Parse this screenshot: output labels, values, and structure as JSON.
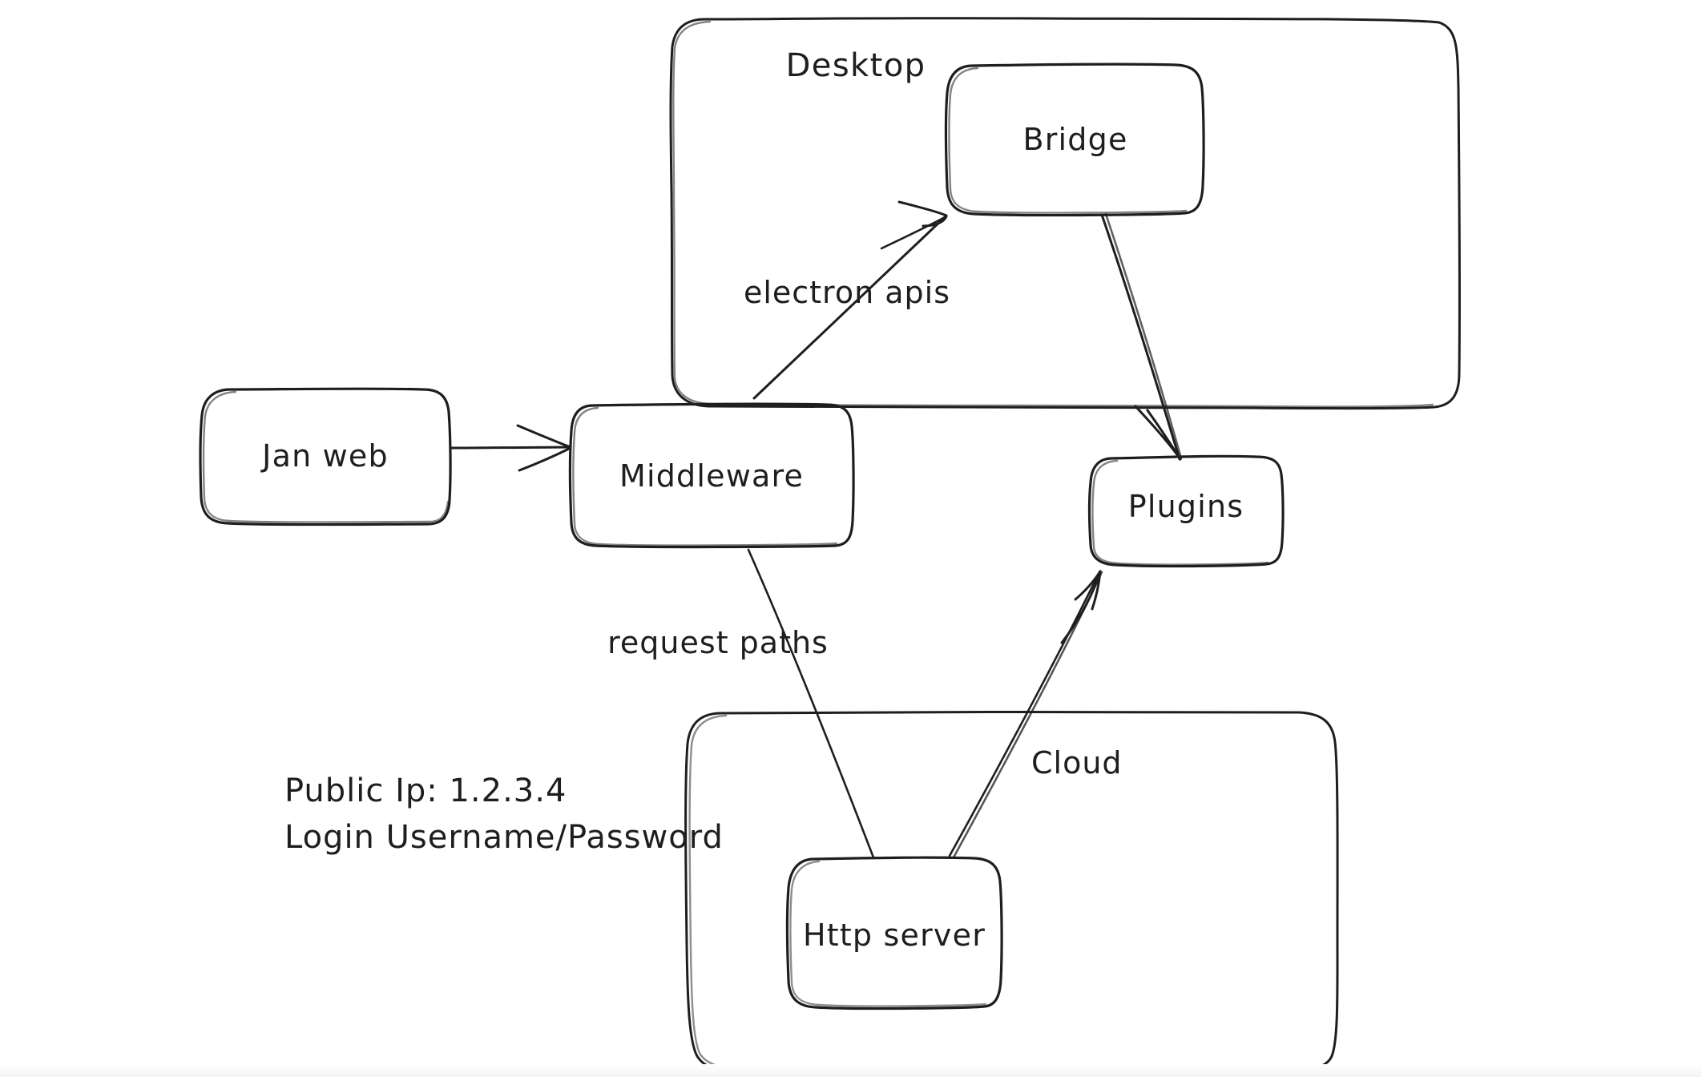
{
  "canvas": {
    "title": "Jan architecture whiteboard diagram",
    "background_color": "#ffffff",
    "stroke_color": "#1e1e1e",
    "style": "hand-drawn"
  },
  "containers": [
    {
      "id": "desktop",
      "label": "Desktop",
      "label_position": "top-center"
    },
    {
      "id": "cloud",
      "label": "",
      "label_position": "none"
    }
  ],
  "nodes": [
    {
      "id": "jan-web",
      "label": "Jan web"
    },
    {
      "id": "middleware",
      "label": "Middleware"
    },
    {
      "id": "bridge",
      "label": "Bridge"
    },
    {
      "id": "plugins",
      "label": "Plugins"
    },
    {
      "id": "http-server",
      "label": "Http server"
    }
  ],
  "edges": [
    {
      "id": "jan-web-to-middleware",
      "from": "Jan web",
      "to": "Middleware",
      "label": ""
    },
    {
      "id": "middleware-to-bridge",
      "from": "Middleware",
      "to": "Bridge",
      "label": "electron apis"
    },
    {
      "id": "bridge-to-plugins",
      "from": "Bridge",
      "to": "Plugins",
      "label": ""
    },
    {
      "id": "http-server-to-middleware",
      "from": "Http server",
      "to": "Middleware",
      "label": "request paths"
    },
    {
      "id": "http-server-to-plugins",
      "from": "Http server",
      "to": "Plugins",
      "label": "Cloud"
    }
  ],
  "notes": {
    "public_ip_line": "Public Ip: 1.2.3.4",
    "login_line": "Login Username/Password"
  }
}
